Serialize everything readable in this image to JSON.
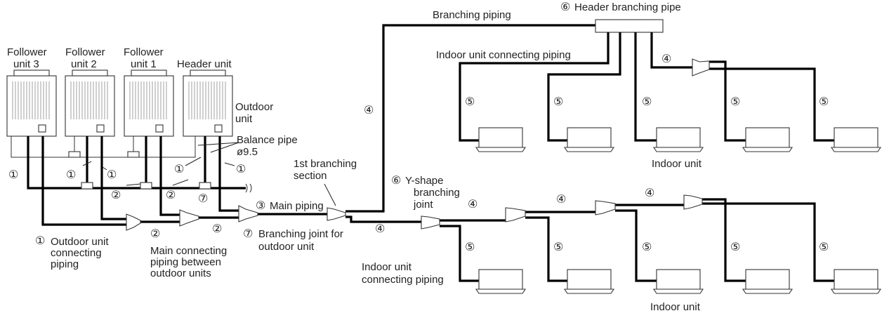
{
  "labels": {
    "follower3": [
      "Follower",
      "unit 3"
    ],
    "follower2": [
      "Follower",
      "unit 2"
    ],
    "follower1": [
      "Follower",
      "unit 1"
    ],
    "header_unit": "Header unit",
    "outdoor_unit": [
      "Outdoor",
      "unit"
    ],
    "balance_pipe": [
      "Balance pipe",
      "ø9.5"
    ],
    "outdoor_connecting": [
      "Outdoor unit",
      "connecting",
      "piping"
    ],
    "main_connecting": [
      "Main connecting",
      "piping between",
      "outdoor units"
    ],
    "branching_joint_outdoor": [
      "Branching joint for",
      "outdoor unit"
    ],
    "main_piping": "Main piping",
    "first_branching": [
      "1st branching",
      "section"
    ],
    "y_shape": [
      "Y-shape",
      "branching",
      "joint"
    ],
    "branching_piping": "Branching piping",
    "header_branching_pipe": "Header branching pipe",
    "indoor_connecting_upper": "Indoor unit connecting piping",
    "indoor_connecting_lower": [
      "Indoor unit",
      "connecting piping"
    ],
    "indoor_unit_upper": "Indoor unit",
    "indoor_unit_lower": "Indoor unit"
  },
  "markers": {
    "m1": "①",
    "m2": "②",
    "m3": "③",
    "m4": "④",
    "m5": "⑤",
    "m6": "⑥",
    "m7": "⑦"
  }
}
